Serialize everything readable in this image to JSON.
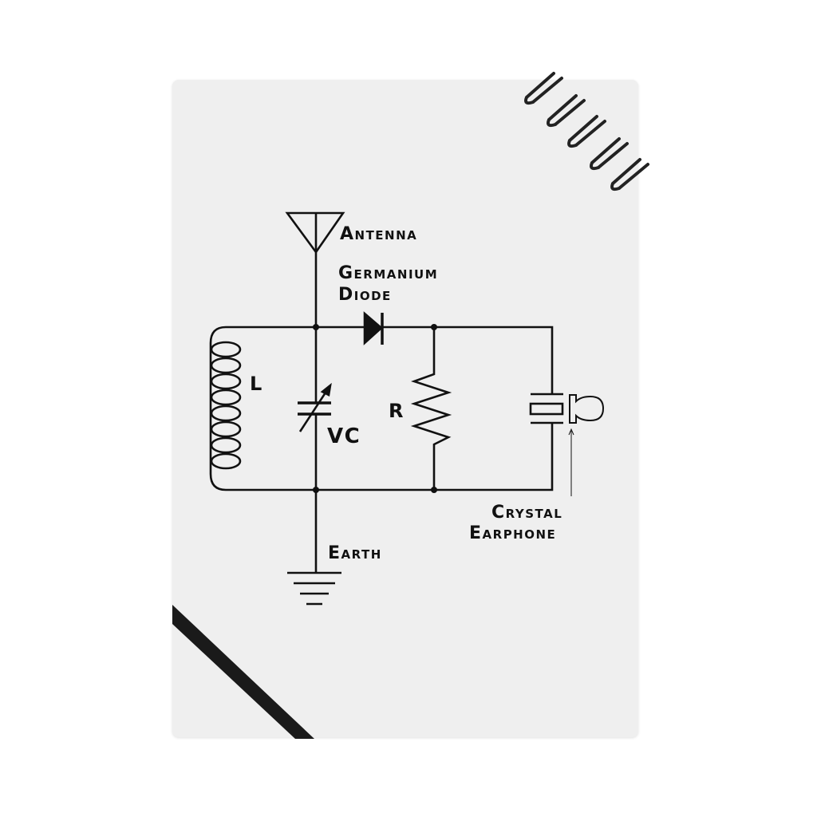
{
  "diagram": {
    "labels": {
      "antenna": "Antenna",
      "germanium": "Germanium",
      "diode": "Diode",
      "inductor": "L",
      "resistor": "R",
      "capacitor": "VC",
      "crystal": "Crystal",
      "earphone": "Earphone",
      "earth": "Earth"
    }
  },
  "colors": {
    "notebook": "#efefef",
    "ink": "#111111",
    "band": "#1a1a1a"
  }
}
